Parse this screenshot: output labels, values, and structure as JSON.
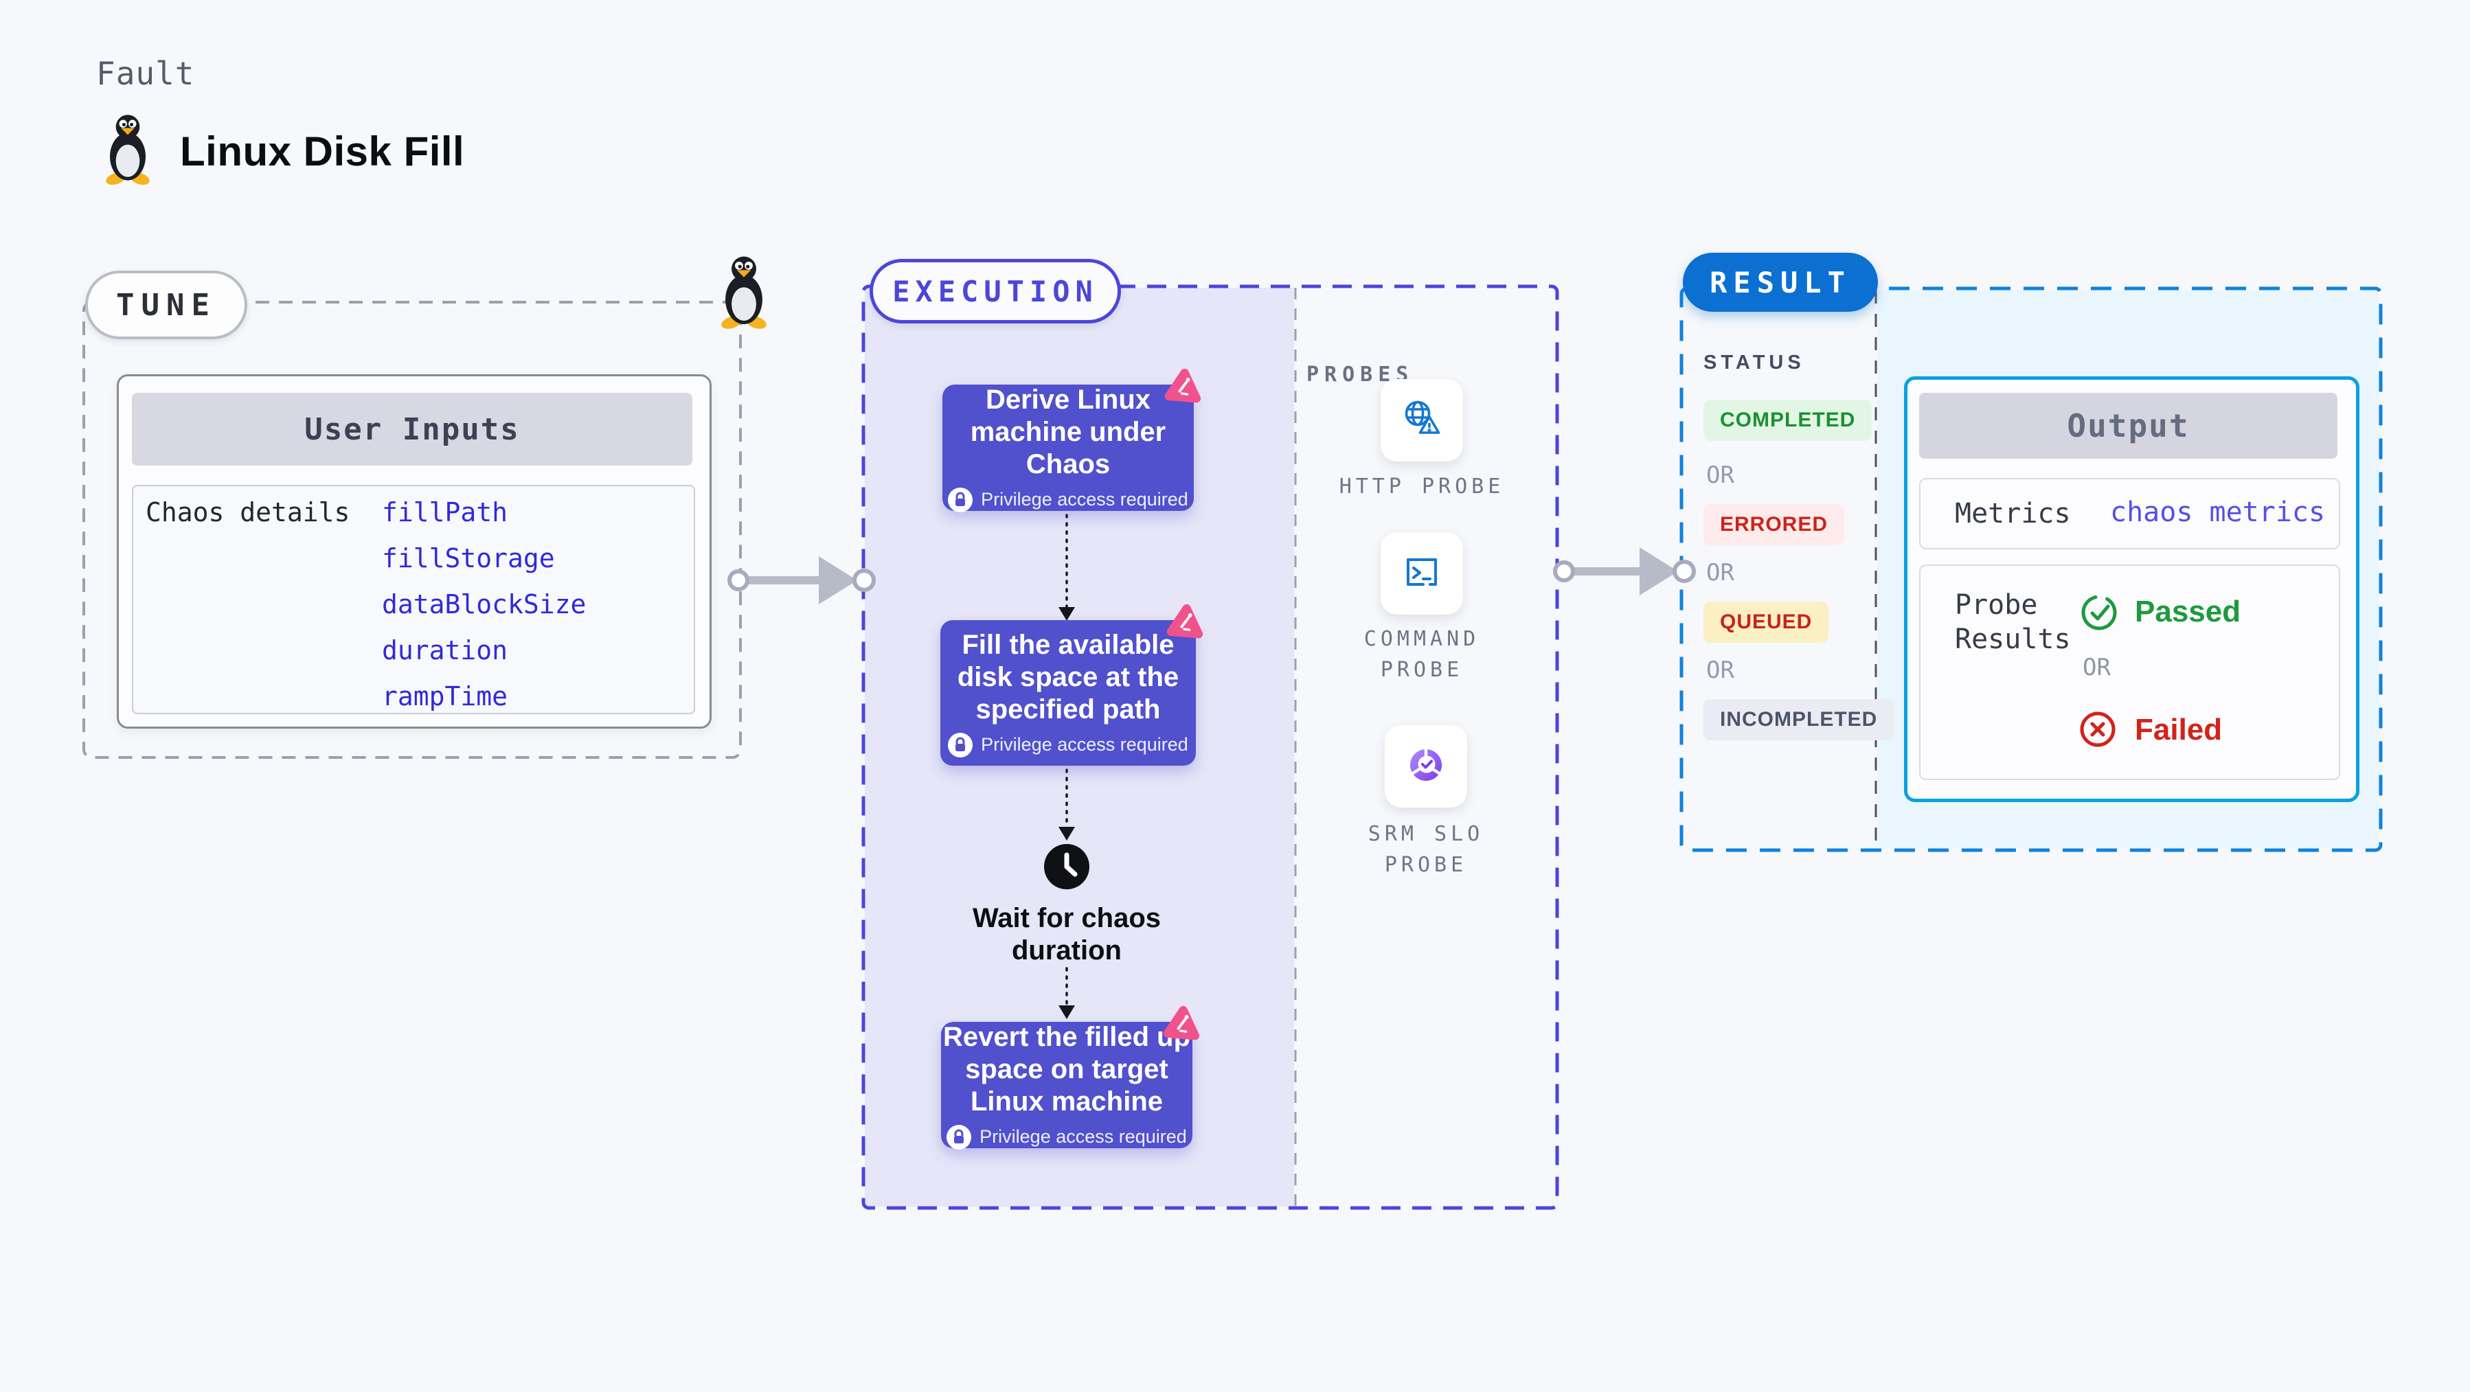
{
  "header": {
    "kicker": "Fault",
    "title": "Linux Disk Fill",
    "logo_icon": "tux-penguin"
  },
  "tune": {
    "label": "TUNE",
    "corner_icon": "tux-penguin",
    "user_inputs": {
      "title": "User Inputs",
      "row_label": "Chaos details",
      "values": [
        "fillPath",
        "fillStorage",
        "dataBlockSize",
        "duration",
        "rampTime"
      ]
    }
  },
  "execution": {
    "label": "EXECUTION",
    "privilege_note": "Privilege access required",
    "steps": [
      {
        "lines": [
          "Derive Linux",
          "machine under",
          "Chaos"
        ]
      },
      {
        "lines": [
          "Fill the available",
          "disk space at the",
          "specified path"
        ]
      },
      {
        "lines": [
          "Revert the filled up",
          "space on target",
          "Linux machine"
        ]
      }
    ],
    "wait": {
      "lines": [
        "Wait for chaos",
        "duration"
      ],
      "icon": "clock"
    }
  },
  "probes": {
    "label": "PROBES",
    "items": [
      {
        "icon": "globe-alert",
        "lines": [
          "HTTP PROBE",
          ""
        ]
      },
      {
        "icon": "terminal",
        "lines": [
          "COMMAND",
          "PROBE"
        ]
      },
      {
        "icon": "slo-donut-check",
        "lines": [
          "SRM SLO",
          "PROBE"
        ]
      }
    ]
  },
  "result": {
    "label": "RESULT",
    "status_title": "STATUS",
    "or_label": "OR",
    "statuses": [
      {
        "label": "COMPLETED",
        "style": "color:#1d8f33;background:#e2f6e5"
      },
      {
        "label": "ERRORED",
        "style": "color:#cb241c;background:#fdeceb"
      },
      {
        "label": "QUEUED",
        "style": "color:#c8231b;background:#fbf0c4"
      },
      {
        "label": "INCOMPLETED",
        "style": "color:#4e5468;background:#eaebf3"
      }
    ],
    "output": {
      "title": "Output",
      "metrics_label": "Metrics",
      "metrics_value": "chaos metrics",
      "probe_results_lines": [
        "Probe",
        "Results"
      ],
      "passed": "Passed",
      "or_label": "OR",
      "failed": "Failed",
      "passed_icon": "check-circle",
      "failed_icon": "x-circle"
    }
  },
  "colors": {
    "page_bg": "#f7f8fb",
    "accent_indigo": "#4b46da",
    "execution_bg": "#e6e6f8",
    "card_purple": "#5150cd",
    "pink": "#f0538c",
    "gray_dash": "#9aa1ab",
    "result_dash_blue": "#0f82dd",
    "result_bg": "#e9f6fd",
    "result_pill_blue": "#0b70d1",
    "output_border": "#0aa1df",
    "probe_icon_blue": "#1477d3",
    "srm_purple": "#7a3bee",
    "input_value_blue": "#3129dc",
    "metrics_link_indigo": "#574fe3",
    "passed_green": "#1e9a3d",
    "failed_red": "#d2231a"
  }
}
